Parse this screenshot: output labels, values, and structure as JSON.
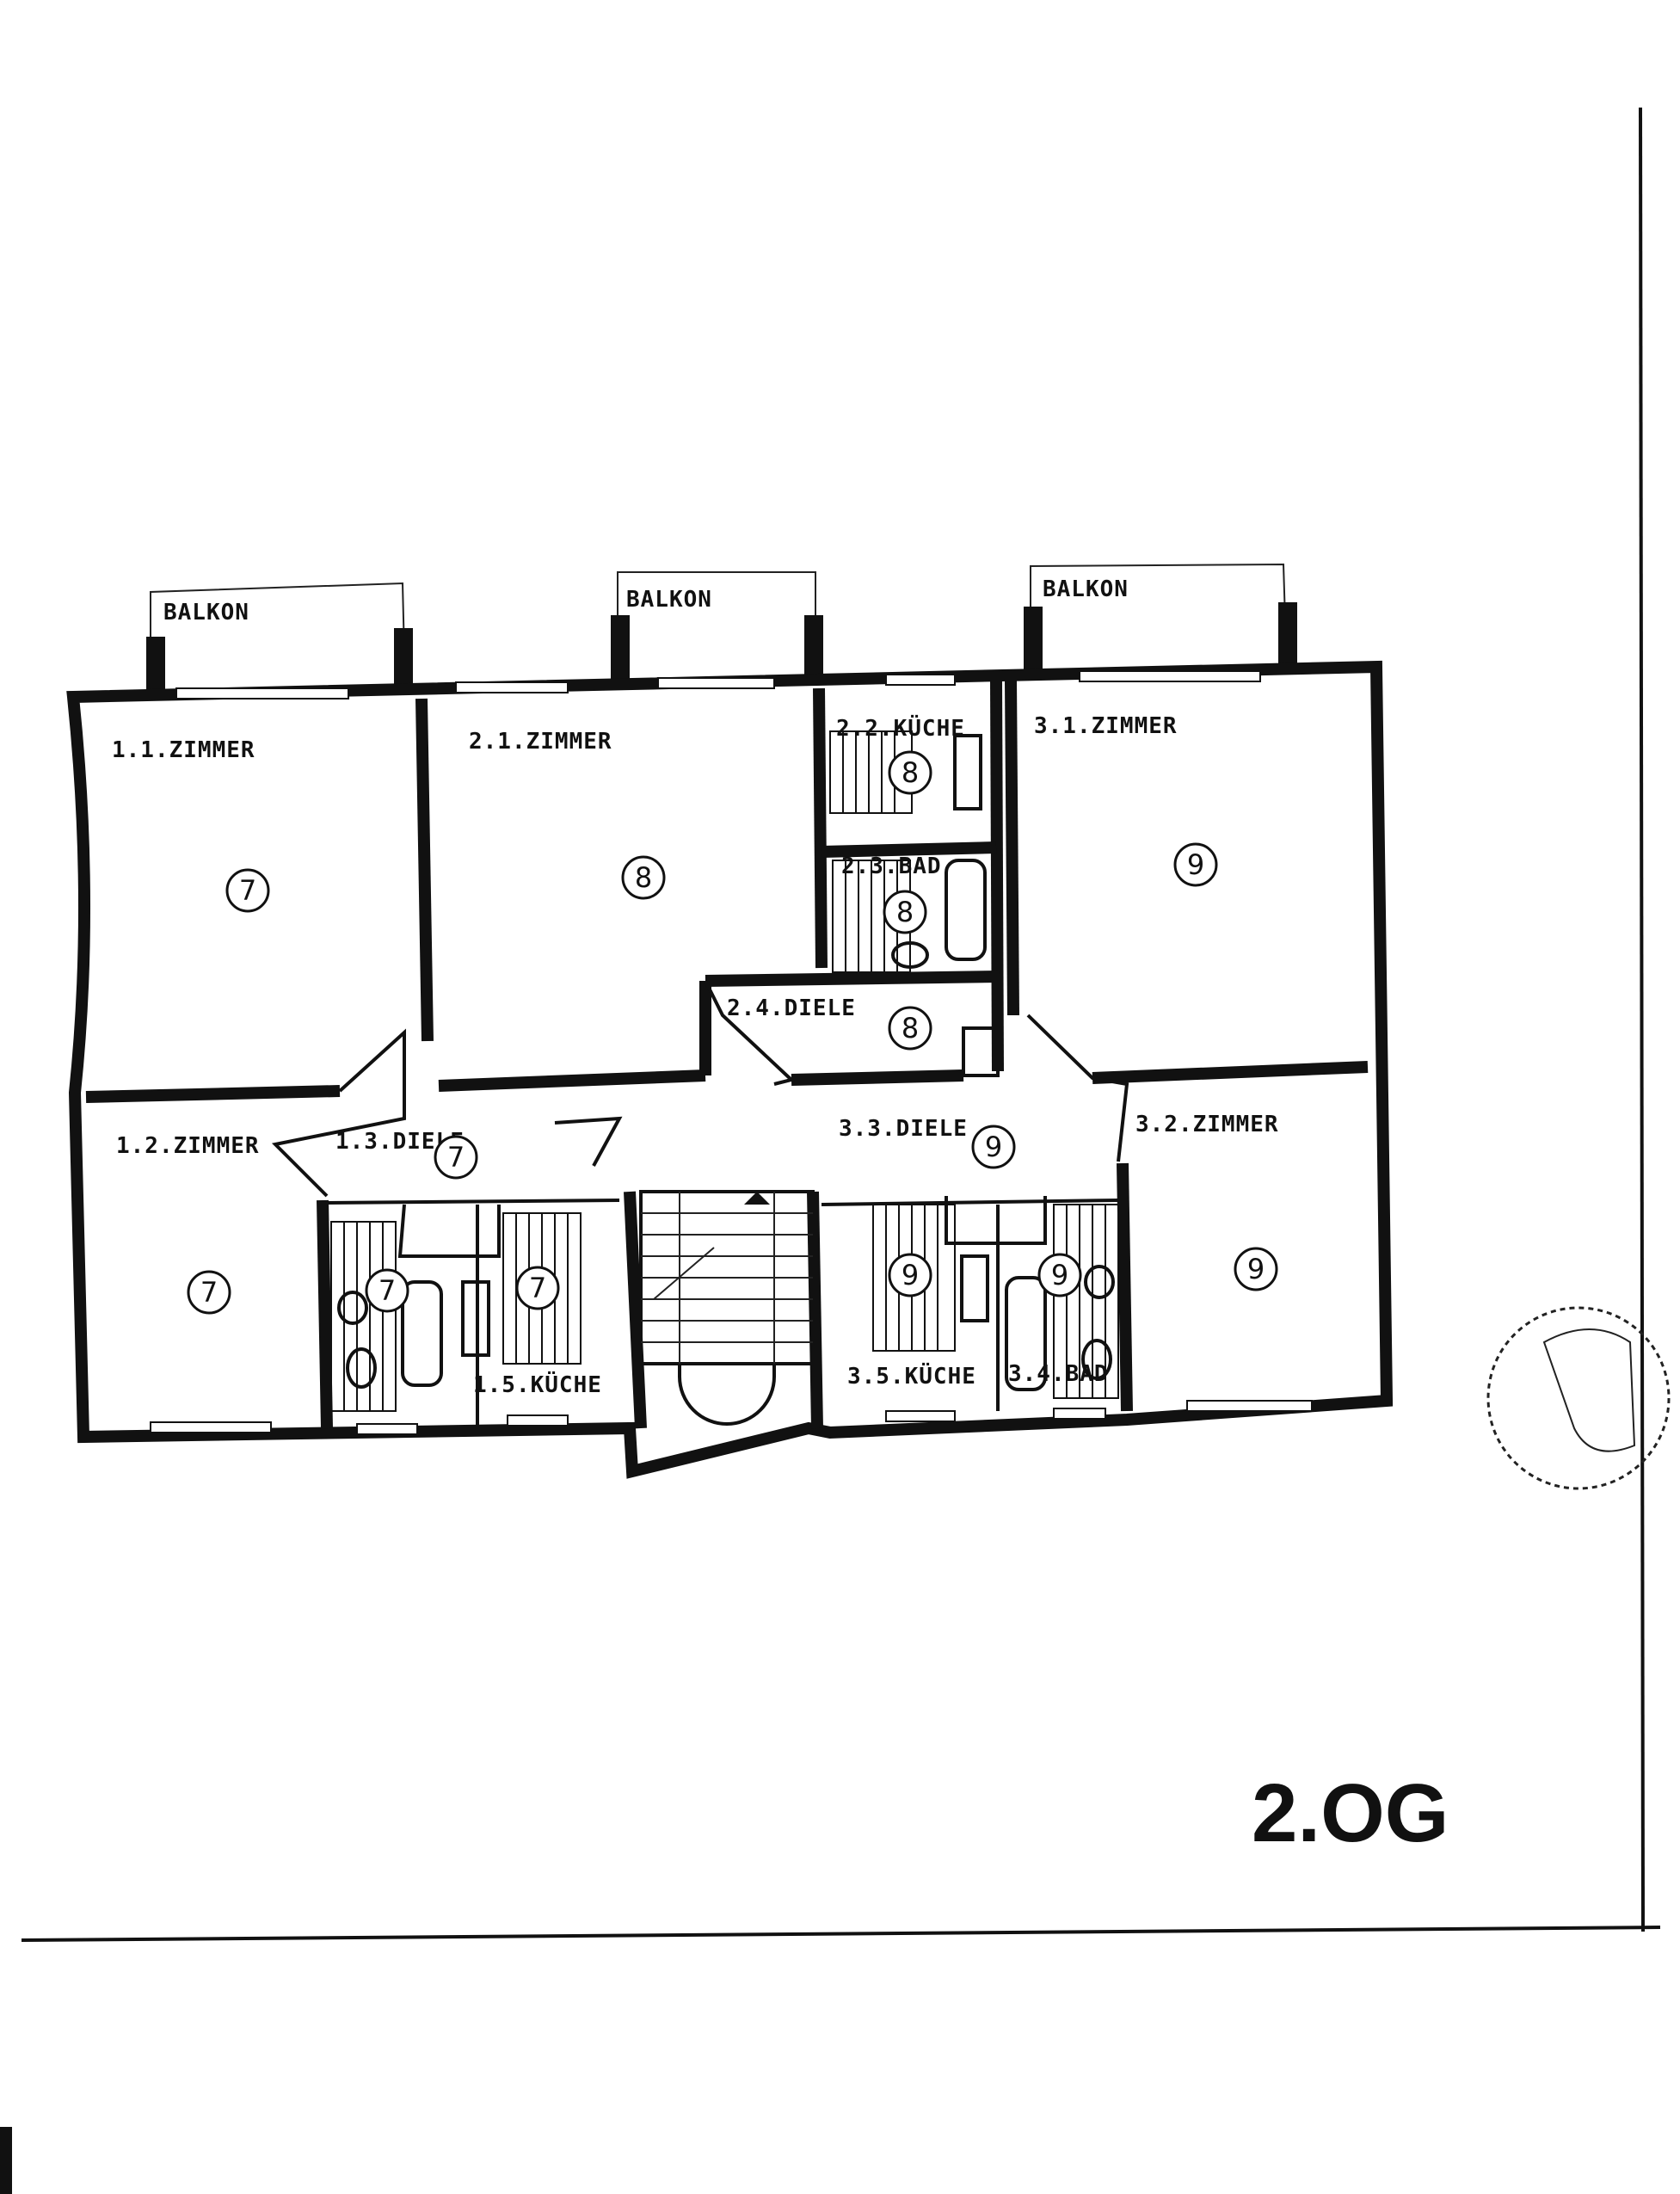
{
  "plan": {
    "level": "2.OG",
    "balconies": [
      "BALKON",
      "BALKON",
      "BALKON"
    ],
    "rooms": [
      {
        "id": "r11",
        "label": "1.1.ZIMMER",
        "number": "7"
      },
      {
        "id": "r12",
        "label": "1.2.ZIMMER",
        "number": "7"
      },
      {
        "id": "r13",
        "label": "1.3.DIELE",
        "number": "7"
      },
      {
        "id": "r14",
        "label": "",
        "number": "7"
      },
      {
        "id": "r15",
        "label": "1.5.KÜCHE",
        "number": "7"
      },
      {
        "id": "r21",
        "label": "2.1.ZIMMER",
        "number": "8"
      },
      {
        "id": "r22",
        "label": "2.2.KÜCHE",
        "number": "8"
      },
      {
        "id": "r23",
        "label": "2.3.BAD",
        "number": "8"
      },
      {
        "id": "r24",
        "label": "2.4.DIELE",
        "number": "8"
      },
      {
        "id": "r31",
        "label": "3.1.ZIMMER",
        "number": "9"
      },
      {
        "id": "r32",
        "label": "3.2.ZIMMER",
        "number": "9"
      },
      {
        "id": "r33",
        "label": "3.3.DIELE",
        "number": "9"
      },
      {
        "id": "r34",
        "label": "3.4.BAD",
        "number": "9"
      },
      {
        "id": "r35",
        "label": "3.5.KÜCHE",
        "number": "9"
      }
    ]
  }
}
